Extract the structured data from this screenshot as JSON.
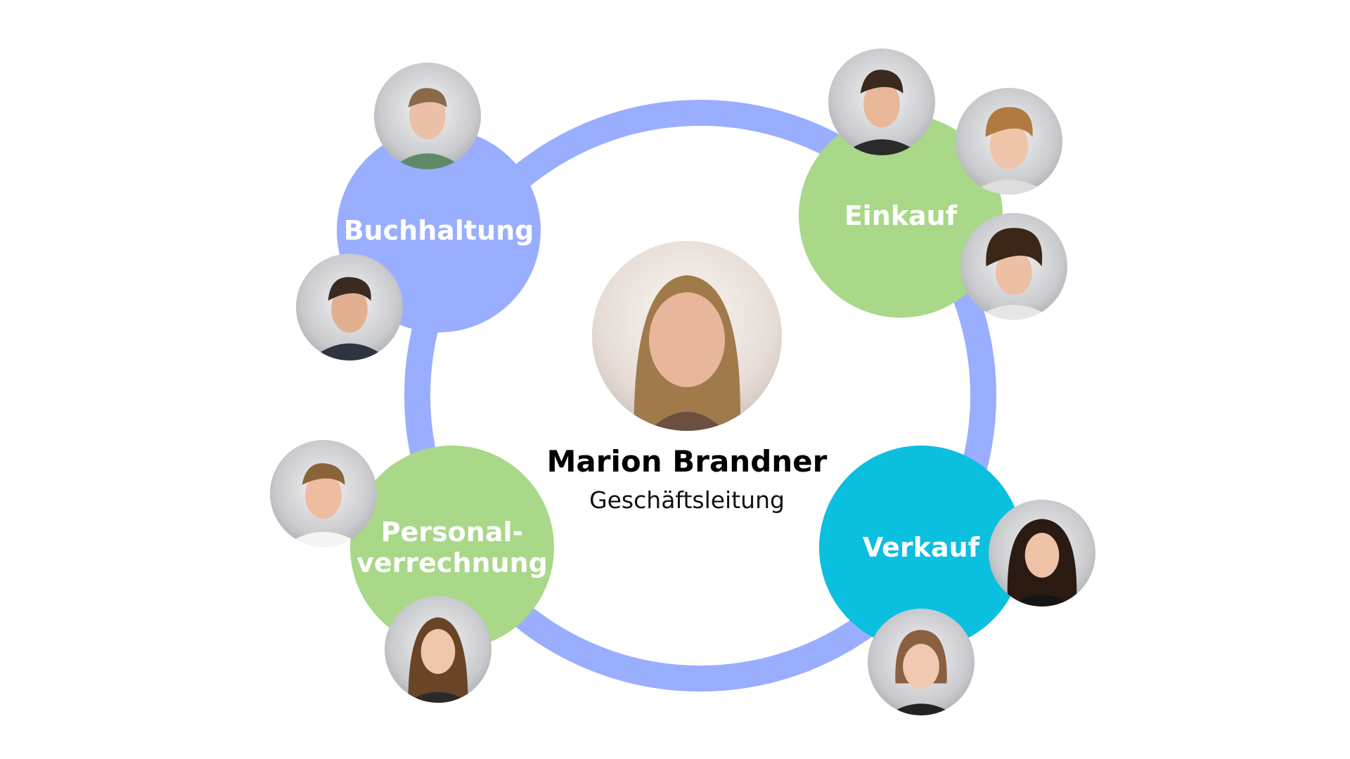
{
  "center": {
    "name": "Marion Brandner",
    "role": "Geschäftsleitung"
  },
  "departments": [
    {
      "label": "Buchhaltung",
      "color": "#9aaeff"
    },
    {
      "label": "Einkauf",
      "color": "#a8d888"
    },
    {
      "label": "Personal-\nverrechnung",
      "color": "#a8d888"
    },
    {
      "label": "Verkauf",
      "color": "#0bbfdf"
    }
  ],
  "colors": {
    "ring": "#9aaeff"
  }
}
